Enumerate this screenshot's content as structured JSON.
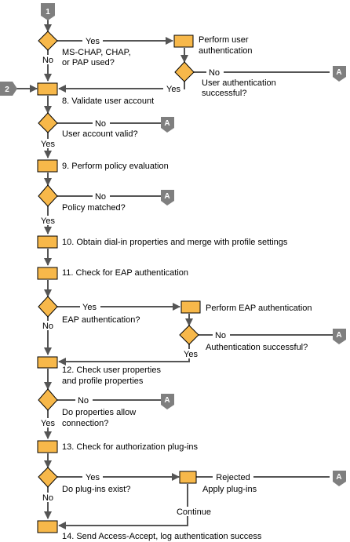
{
  "connectors": {
    "start": "1",
    "entry2": "2",
    "exit": "A"
  },
  "decisions": {
    "d1": [
      "MS-CHAP, CHAP,",
      "or PAP used?"
    ],
    "d2": [
      "User authentication",
      "successful?"
    ],
    "d3": [
      "User account valid?"
    ],
    "d4": [
      "Policy matched?"
    ],
    "d5": [
      "EAP authentication?"
    ],
    "d6": [
      "Authentication successful?"
    ],
    "d7": [
      "Do properties allow",
      "connection?"
    ],
    "d8": [
      "Do plug-ins exist?"
    ]
  },
  "processes": {
    "p1": [
      "Perform user",
      "authentication"
    ],
    "s8": [
      "8. Validate user account"
    ],
    "s9": [
      "9. Perform policy evaluation"
    ],
    "s10": [
      "10. Obtain dial-in properties and merge with profile settings"
    ],
    "s11": [
      "11. Check for EAP authentication"
    ],
    "p2": [
      "Perform EAP authentication"
    ],
    "s12": [
      "12. Check user properties",
      "and profile properties"
    ],
    "s13": [
      "13. Check for authorization plug-ins"
    ],
    "p3": [
      "Apply plug-ins"
    ],
    "s14": [
      "14. Send Access-Accept, log authentication success"
    ]
  },
  "flow_labels": {
    "yes": "Yes",
    "no": "No",
    "rejected": "Rejected",
    "continue": "Continue"
  },
  "colors": {
    "shape_fill": "#f7b84a",
    "connector": "#7f7f7f",
    "line": "#555555"
  }
}
